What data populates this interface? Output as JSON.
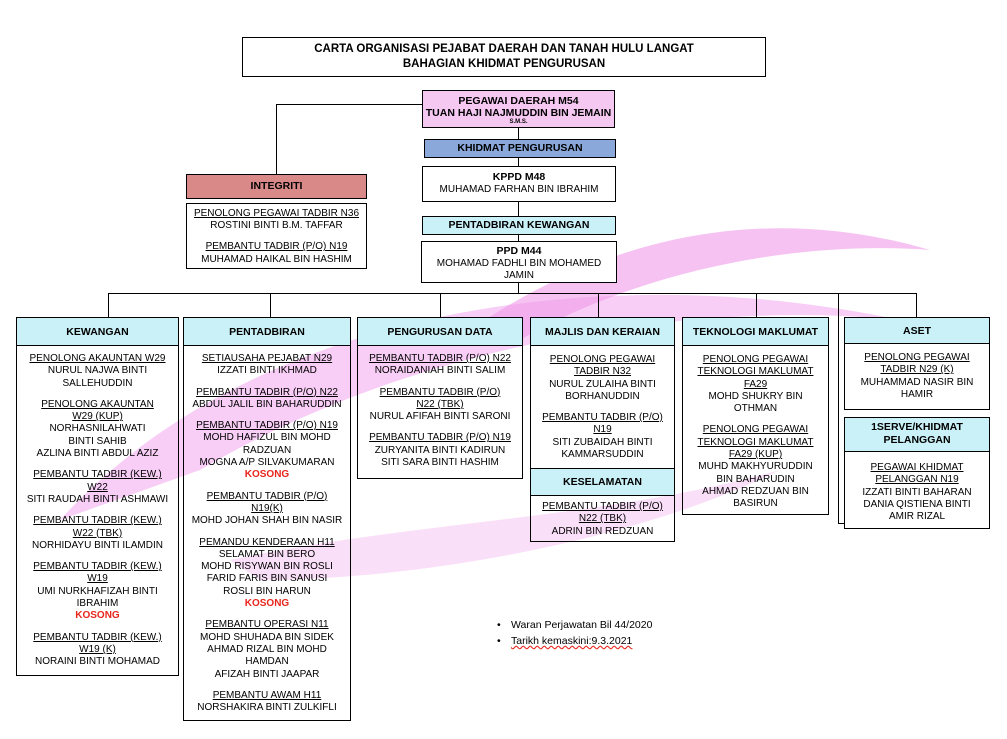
{
  "title": {
    "line1": "CARTA ORGANISASI PEJABAT DAERAH DAN TANAH HULU LANGAT",
    "line2": "BAHAGIAN KHIDMAT PENGURUSAN"
  },
  "head": {
    "position": "PEGAWAI DAERAH M54",
    "name": "TUAN  HAJI NAJMUDDIN BIN JEMAIN",
    "honour": "S.M.S."
  },
  "khidmat_pengurusan": "KHIDMAT PENGURUSAN",
  "kppd": {
    "position": "KPPD M48",
    "name": "MUHAMAD FARHAN BIN IBRAHIM"
  },
  "pentadbiran_kewangan": "PENTADBIRAN KEWANGAN",
  "ppd": {
    "position": "PPD M44",
    "name_line1": "MOHAMAD FADHLI BIN MOHAMED",
    "name_line2": "JAMIN"
  },
  "integriti": {
    "header": "INTEGRITI",
    "p1_title": "PENOLONG PEGAWAI TADBIR N36",
    "p1_name": "ROSTINI BINTI B.M. TAFFAR",
    "p2_title": "PEMBANTU TADBIR (P/O) N19",
    "p2_name": "MUHAMAD HAIKAL BIN HASHIM"
  },
  "kewangan": {
    "header": "KEWANGAN",
    "e1_title": "PENOLONG  AKAUNTAN W29",
    "e1_l1": "NURUL NAJWA BINTI",
    "e1_l2": "SALLEHUDDIN",
    "e2_t1": "PENOLONG AKAUNTAN",
    "e2_t2": "W29 (KUP)",
    "e2_l1": "NORHASNILAHWATI",
    "e2_l2": "BINTI SAHIB",
    "e2_l3": "AZLINA BINTI ABDUL AZIZ",
    "e3_t1": "PEMBANTU TADBIR (KEW.)",
    "e3_t2": "W22",
    "e3_l1": "SITI RAUDAH BINTI ASHMAWI",
    "e4_t1": "PEMBANTU TADBIR (KEW.)",
    "e4_t2": "W22 (TBK)",
    "e4_l1": "NORHIDAYU BINTI ILAMDIN",
    "e5_t1": "PEMBANTU TADBIR (KEW.)",
    "e5_t2": "W19",
    "e5_l1": "UMI NURKHAFIZAH BINTI",
    "e5_l2": "IBRAHIM",
    "e5_l3": "KOSONG",
    "e6_t1": "PEMBANTU TADBIR (KEW.)",
    "e6_t2": "W19 (K)",
    "e6_l1": "NORAINI BINTI MOHAMAD"
  },
  "pentadbiran": {
    "header": "PENTADBIRAN",
    "e1_title": "SETIAUSAHA PEJABAT N29",
    "e1_l1": "IZZATI BINTI IKHMAD",
    "e2_title": "PEMBANTU TADBIR (P/O) N22",
    "e2_l1": "ABDUL JALIL BIN BAHARUDDIN",
    "e3_title": "PEMBANTU TADBIR (P/O) N19",
    "e3_l1": "MOHD HAFIZUL BIN MOHD",
    "e3_l2": "RADZUAN",
    "e3_l3": "MOGNA A/P SILVAKUMARAN",
    "e3_l4": "KOSONG",
    "e4_t1": "PEMBANTU TADBIR (P/O)",
    "e4_t2": "N19(K)",
    "e4_l1": "MOHD JOHAN SHAH BIN NASIR",
    "e5_title": "PEMANDU KENDERAAN H11",
    "e5_l1": "SELAMAT BIN BERO",
    "e5_l2": "MOHD RISYWAN BIN ROSLI",
    "e5_l3": "FARID FARIS BIN SANUSI",
    "e5_l4": "ROSLI BIN HARUN",
    "e5_l5": "KOSONG",
    "e6_title": "PEMBANTU OPERASI N11",
    "e6_l1": "MOHD SHUHADA BIN SIDEK",
    "e6_l2": "AHMAD RIZAL BIN MOHD",
    "e6_l3": "HAMDAN",
    "e6_l4": "AFIZAH BINTI JAAPAR",
    "e7_title": "PEMBANTU AWAM H11",
    "e7_l1": "NORSHAKIRA BINTI ZULKIFLI"
  },
  "pengurusan_data": {
    "header": "PENGURUSAN DATA",
    "e1_title": "PEMBANTU TADBIR (P/O) N22",
    "e1_l1": "NORAIDANIAH BINTI SALIM",
    "e2_t1": "PEMBANTU TADBIR (P/O)",
    "e2_t2": "N22 (TBK)",
    "e2_l1": "NURUL AFIFAH BINTI SARONI",
    "e3_title": "PEMBANTU TADBIR (P/O) N19",
    "e3_l1": "ZURYANITA BINTI KADIRUN",
    "e3_l2": "SITI SARA BINTI HASHIM"
  },
  "majlis": {
    "header": "MAJLIS  DAN  KERAIAN",
    "e1_t1": "PENOLONG PEGAWAI",
    "e1_t2": "TADBIR N32",
    "e1_l1": "NURUL ZULAIHA BINTI",
    "e1_l2": "BORHANUDDIN",
    "e2_t1": "PEMBANTU TADBIR (P/O)",
    "e2_t2": "N19",
    "e2_l1": "SITI ZUBAIDAH BINTI",
    "e2_l2": "KAMMARSUDDIN"
  },
  "keselamatan": {
    "header": "KESELAMATAN",
    "e1_t1": "PEMBANTU TADBIR (P/O)",
    "e1_t2": "N22 (TBK)",
    "e1_l1": "ADRIN BIN REDZUAN"
  },
  "teknologi": {
    "header": "TEKNOLOGI MAKLUMAT",
    "e1_t1": "PENOLONG PEGAWAI",
    "e1_t2": "TEKNOLOGI MAKLUMAT",
    "e1_t3": "FA29",
    "e1_l1": "MOHD SHUKRY BIN",
    "e1_l2": "OTHMAN",
    "e2_t1": "PENOLONG PEGAWAI",
    "e2_t2": "TEKNOLOGI MAKLUMAT",
    "e2_t3": "FA29 (KUP)",
    "e2_l1": "MUHD MAKHYURUDDIN",
    "e2_l2": "BIN BAHARUDIN",
    "e2_l3": "AHMAD REDZUAN BIN",
    "e2_l4": "BASIRUN"
  },
  "aset": {
    "header": "ASET",
    "e1_t1": "PENOLONG PEGAWAI",
    "e1_t2": "TADBIR N29 (K)",
    "e1_l1": "MUHAMMAD NASIR BIN",
    "e1_l2": "HAMIR"
  },
  "iserve": {
    "header_l1": "1SERVE/KHIDMAT",
    "header_l2": "PELANGGAN",
    "e1_t1": "PEGAWAI KHIDMAT",
    "e1_t2": "PELANGGAN N19",
    "e1_l1": "IZZATI BINTI BAHARAN",
    "e1_l2": "DANIA QISTIENA BINTI",
    "e1_l3": "AMIR RIZAL"
  },
  "notes": {
    "n1": "Waran Perjawatan Bil 44/2020",
    "n2": "Tarikh kemaskini:9.3.2021"
  },
  "colors": {
    "head_fill": "#f5c8f2",
    "blue_fill": "#8aa9da",
    "cyan_fill": "#c9f1f7",
    "integriti_fill": "#d98a88",
    "vacant_text": "#e8261c"
  }
}
